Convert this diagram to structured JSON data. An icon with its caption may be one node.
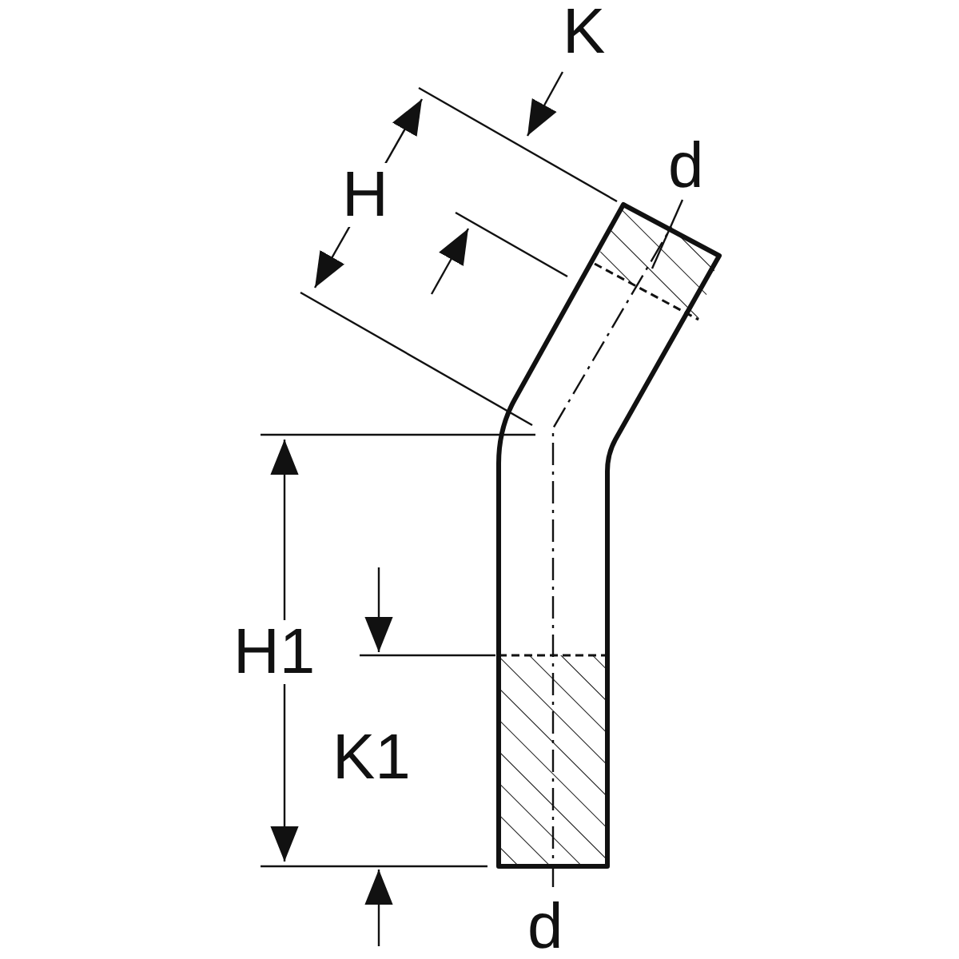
{
  "diagram": {
    "labels": [
      "K",
      "d",
      "H",
      "H1",
      "K1",
      "d"
    ]
  }
}
